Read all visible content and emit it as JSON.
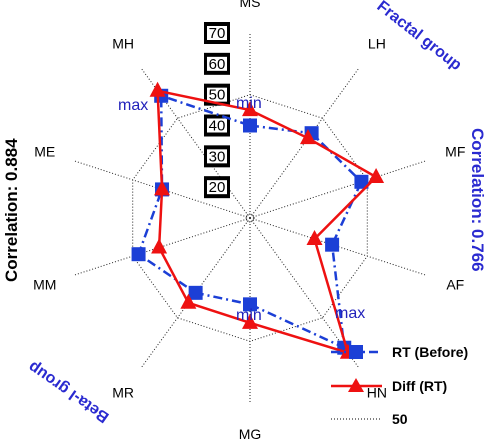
{
  "chart_data": {
    "type": "radar",
    "axes": [
      "MS",
      "LH",
      "MF",
      "AF",
      "HN",
      "MG",
      "MR",
      "MM",
      "ME",
      "MH"
    ],
    "rlim": [
      10,
      70
    ],
    "ticks": [
      "20",
      "30",
      "40",
      "50",
      "60",
      "70"
    ],
    "grid_ring_value": 50,
    "series": [
      {
        "name": "RT (Before)",
        "color": "#1c3fd6",
        "marker": "square",
        "line": "dashdot",
        "values": [
          40,
          44,
          48,
          38,
          62,
          38,
          40,
          48,
          40,
          59
        ]
      },
      {
        "name": "Diff (RT)",
        "color": "#ee1111",
        "marker": "triangle",
        "line": "solid",
        "values": [
          45,
          42,
          53,
          32,
          64,
          44,
          44,
          41,
          40,
          61
        ]
      }
    ],
    "legend": [
      {
        "label": "RT (Before)"
      },
      {
        "label": "Diff (RT)"
      },
      {
        "label": "50"
      }
    ],
    "annotations": {
      "max_top_left": "max",
      "min_top": "min",
      "min_bottom": "min",
      "max_bottom_right": "max"
    },
    "group_labels": {
      "fractal": "Fractal group",
      "beta": "Beta-I group"
    },
    "correlations": {
      "left": "Correlation: 0.884",
      "right": "Correlation: 0.766"
    }
  }
}
